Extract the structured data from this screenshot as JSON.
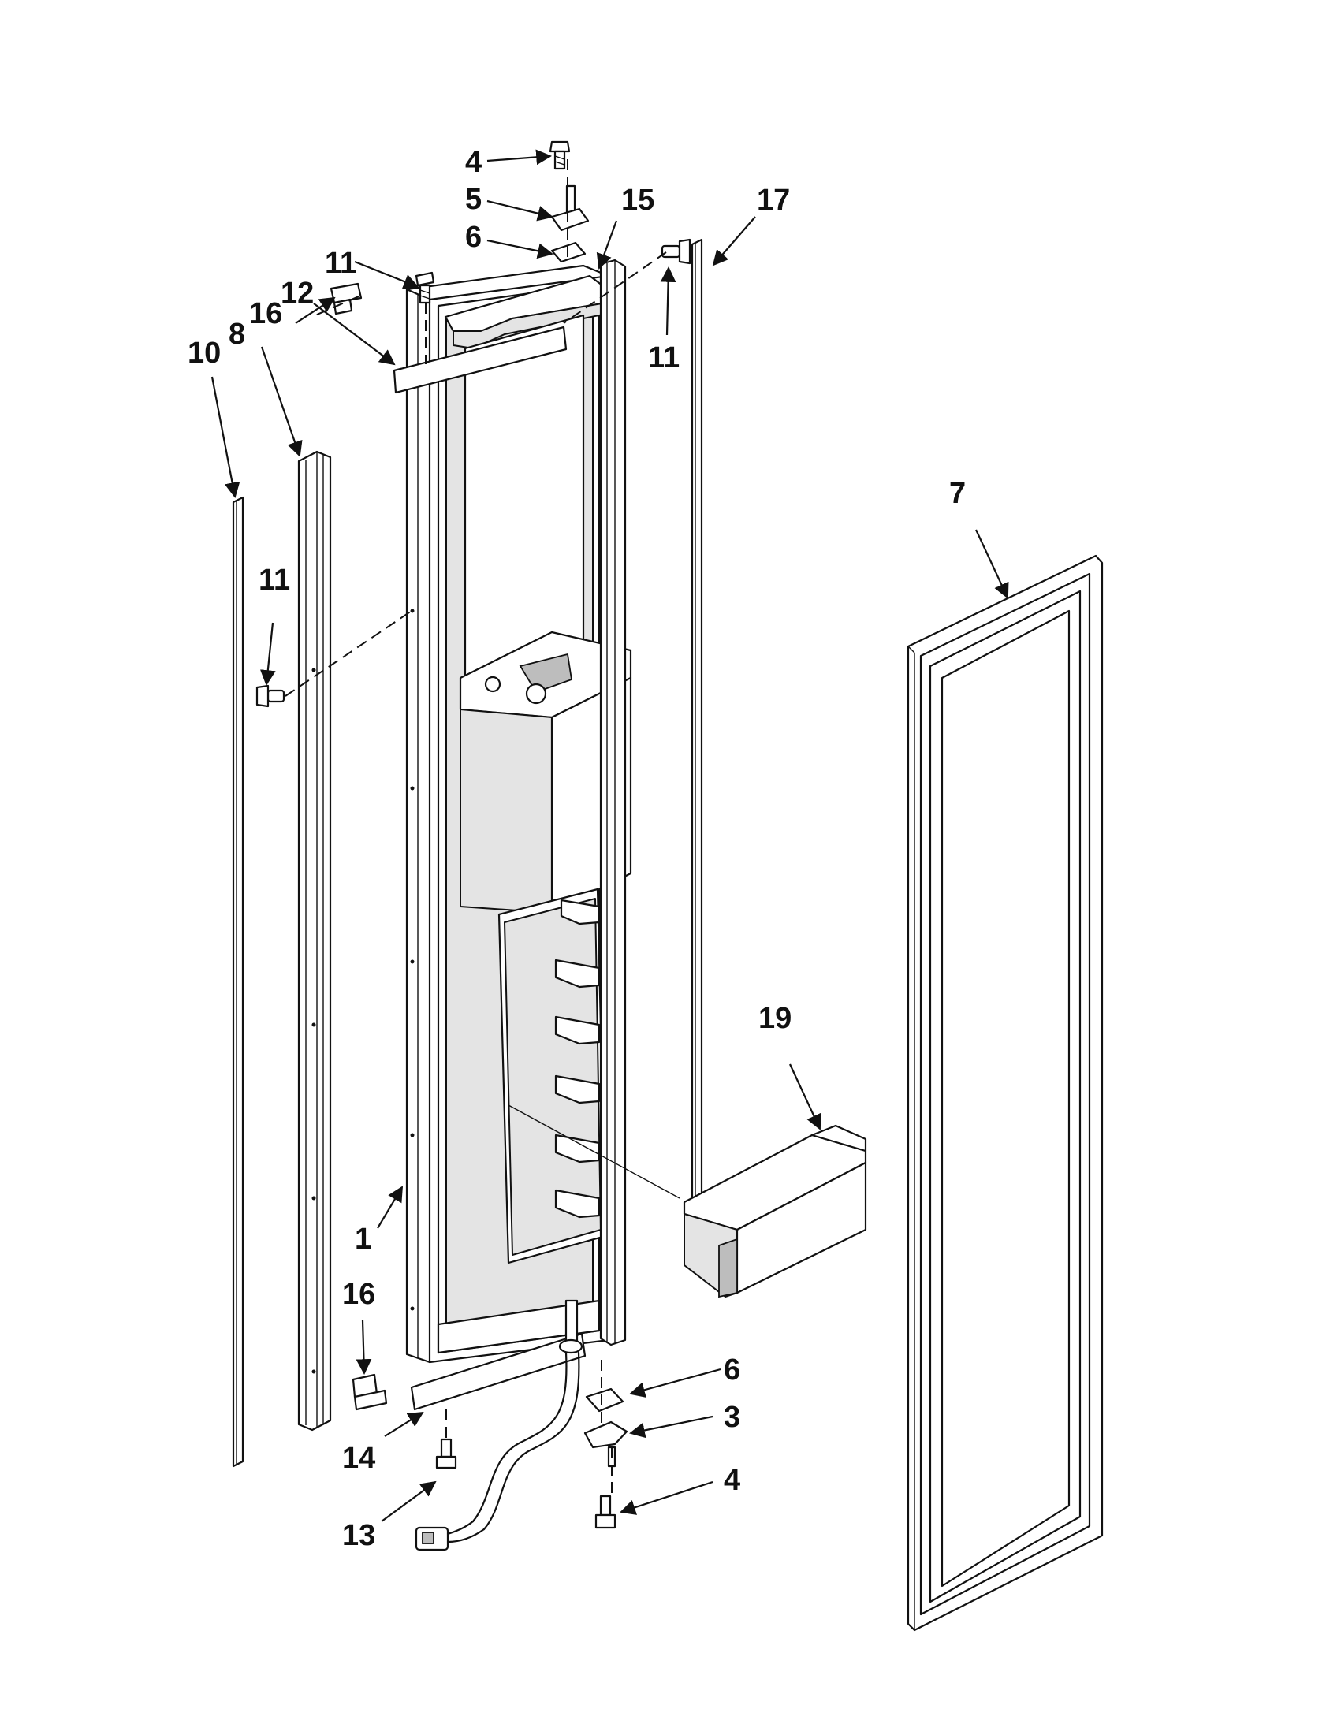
{
  "diagram": {
    "callouts": {
      "c1": "1",
      "c3": "3",
      "c4_top": "4",
      "c4_bottom": "4",
      "c5": "5",
      "c6_top": "6",
      "c6_bottom": "6",
      "c7": "7",
      "c8": "8",
      "c10": "10",
      "c11_top": "11",
      "c11_right": "11",
      "c11_left": "11",
      "c12": "12",
      "c13": "13",
      "c14": "14",
      "c15": "15",
      "c16_top": "16",
      "c16_bottom": "16",
      "c17": "17",
      "c19": "19"
    }
  }
}
